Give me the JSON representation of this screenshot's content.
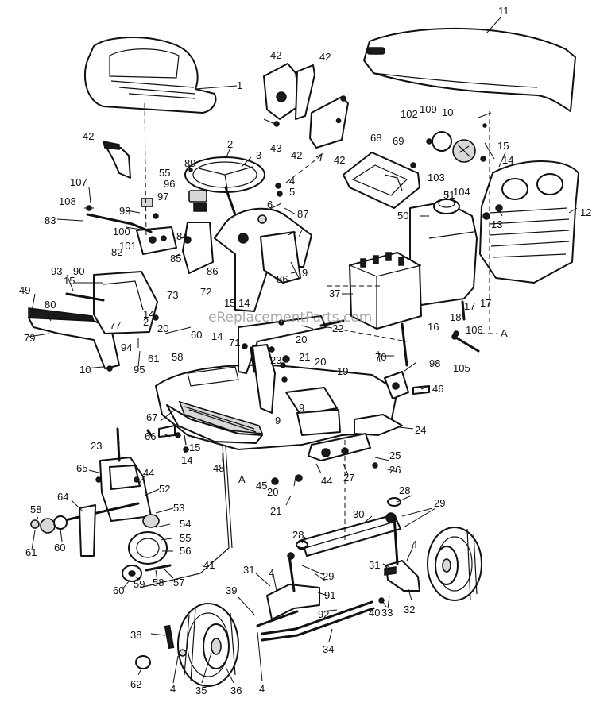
{
  "watermark": "eReplacementParts.com",
  "callouts": [
    {
      "id": "c11",
      "text": "11"
    },
    {
      "id": "c1",
      "text": "1"
    },
    {
      "id": "c42a",
      "text": "42"
    },
    {
      "id": "c42b",
      "text": "42"
    },
    {
      "id": "c42c",
      "text": "42"
    },
    {
      "id": "c42d",
      "text": "42"
    },
    {
      "id": "c42e",
      "text": "42"
    },
    {
      "id": "c43",
      "text": "43"
    },
    {
      "id": "c102",
      "text": "102"
    },
    {
      "id": "c109",
      "text": "109"
    },
    {
      "id": "c10a",
      "text": "10"
    },
    {
      "id": "c15a",
      "text": "15"
    },
    {
      "id": "c14a",
      "text": "14"
    },
    {
      "id": "c68",
      "text": "68"
    },
    {
      "id": "c69",
      "text": "69"
    },
    {
      "id": "c103",
      "text": "103"
    },
    {
      "id": "c104",
      "text": "104"
    },
    {
      "id": "c12",
      "text": "12"
    },
    {
      "id": "c13",
      "text": "13"
    },
    {
      "id": "c2a",
      "text": "2"
    },
    {
      "id": "c3",
      "text": "3"
    },
    {
      "id": "c89",
      "text": "89"
    },
    {
      "id": "c55a",
      "text": "55"
    },
    {
      "id": "c96",
      "text": "96"
    },
    {
      "id": "c4a",
      "text": "4"
    },
    {
      "id": "c5a",
      "text": "5"
    },
    {
      "id": "c97",
      "text": "97"
    },
    {
      "id": "c6",
      "text": "6"
    },
    {
      "id": "c87",
      "text": "87"
    },
    {
      "id": "c7",
      "text": "7"
    },
    {
      "id": "c107",
      "text": "107"
    },
    {
      "id": "c108",
      "text": "108"
    },
    {
      "id": "c83",
      "text": "83"
    },
    {
      "id": "c99",
      "text": "99"
    },
    {
      "id": "c100",
      "text": "100"
    },
    {
      "id": "c84",
      "text": "84"
    },
    {
      "id": "c101",
      "text": "101"
    },
    {
      "id": "c82",
      "text": "82"
    },
    {
      "id": "c85",
      "text": "85"
    },
    {
      "id": "c86a",
      "text": "86"
    },
    {
      "id": "c86b",
      "text": "86"
    },
    {
      "id": "c9a",
      "text": "9"
    },
    {
      "id": "c50",
      "text": "50"
    },
    {
      "id": "c51",
      "text": "51"
    },
    {
      "id": "c37",
      "text": "37"
    },
    {
      "id": "c17a",
      "text": "17"
    },
    {
      "id": "c17b",
      "text": "17"
    },
    {
      "id": "c18",
      "text": "18"
    },
    {
      "id": "c16",
      "text": "16"
    },
    {
      "id": "c106",
      "text": "106"
    },
    {
      "id": "cA1",
      "text": "A"
    },
    {
      "id": "c105",
      "text": "105"
    },
    {
      "id": "c49",
      "text": "49"
    },
    {
      "id": "c93",
      "text": "93"
    },
    {
      "id": "c90",
      "text": "90"
    },
    {
      "id": "c15b",
      "text": "15"
    },
    {
      "id": "c73",
      "text": "73"
    },
    {
      "id": "c72",
      "text": "72"
    },
    {
      "id": "c15c",
      "text": "15"
    },
    {
      "id": "c14b",
      "text": "14"
    },
    {
      "id": "c80",
      "text": "80"
    },
    {
      "id": "c14c",
      "text": "14"
    },
    {
      "id": "c2b",
      "text": "2"
    },
    {
      "id": "c77",
      "text": "77"
    },
    {
      "id": "c20a",
      "text": "20"
    },
    {
      "id": "c22",
      "text": "22"
    },
    {
      "id": "c79",
      "text": "79"
    },
    {
      "id": "c94",
      "text": "94"
    },
    {
      "id": "c95",
      "text": "95"
    },
    {
      "id": "c60a",
      "text": "60"
    },
    {
      "id": "c14d",
      "text": "14"
    },
    {
      "id": "c71",
      "text": "71"
    },
    {
      "id": "c20b",
      "text": "20"
    },
    {
      "id": "c70",
      "text": "70"
    },
    {
      "id": "c98",
      "text": "98"
    },
    {
      "id": "c10b",
      "text": "10"
    },
    {
      "id": "c61a",
      "text": "61"
    },
    {
      "id": "c58a",
      "text": "58"
    },
    {
      "id": "c23a",
      "text": "23"
    },
    {
      "id": "c21a",
      "text": "21"
    },
    {
      "id": "c20c",
      "text": "20"
    },
    {
      "id": "c19",
      "text": "19"
    },
    {
      "id": "c46",
      "text": "46"
    },
    {
      "id": "c9b",
      "text": "9"
    },
    {
      "id": "c9c",
      "text": "9"
    },
    {
      "id": "c67",
      "text": "67"
    },
    {
      "id": "c24",
      "text": "24"
    },
    {
      "id": "c23b",
      "text": "23"
    },
    {
      "id": "c66",
      "text": "66"
    },
    {
      "id": "c15d",
      "text": "15"
    },
    {
      "id": "c14e",
      "text": "14"
    },
    {
      "id": "c48",
      "text": "48"
    },
    {
      "id": "c25",
      "text": "25"
    },
    {
      "id": "c65",
      "text": "65"
    },
    {
      "id": "c44a",
      "text": "44"
    },
    {
      "id": "c52",
      "text": "52"
    },
    {
      "id": "cA2",
      "text": "A"
    },
    {
      "id": "c45",
      "text": "45"
    },
    {
      "id": "c20d",
      "text": "20"
    },
    {
      "id": "c44b",
      "text": "44"
    },
    {
      "id": "c27",
      "text": "27"
    },
    {
      "id": "c26",
      "text": "26"
    },
    {
      "id": "c64",
      "text": "64"
    },
    {
      "id": "c53",
      "text": "53"
    },
    {
      "id": "c21b",
      "text": "21"
    },
    {
      "id": "c58b",
      "text": "58"
    },
    {
      "id": "c28a",
      "text": "28"
    },
    {
      "id": "c29a",
      "text": "29"
    },
    {
      "id": "c61b",
      "text": "61"
    },
    {
      "id": "c60b",
      "text": "60"
    },
    {
      "id": "c54",
      "text": "54"
    },
    {
      "id": "c30",
      "text": "30"
    },
    {
      "id": "c55b",
      "text": "55"
    },
    {
      "id": "c56",
      "text": "56"
    },
    {
      "id": "c28b",
      "text": "28"
    },
    {
      "id": "c4b",
      "text": "4"
    },
    {
      "id": "c41",
      "text": "41"
    },
    {
      "id": "c29b",
      "text": "29"
    },
    {
      "id": "c60c",
      "text": "60"
    },
    {
      "id": "c59",
      "text": "59"
    },
    {
      "id": "c58c",
      "text": "58"
    },
    {
      "id": "c57",
      "text": "57"
    },
    {
      "id": "c31a",
      "text": "31"
    },
    {
      "id": "c4c",
      "text": "4"
    },
    {
      "id": "c31b",
      "text": "31"
    },
    {
      "id": "c91",
      "text": "91"
    },
    {
      "id": "c39",
      "text": "39"
    },
    {
      "id": "c32",
      "text": "32"
    },
    {
      "id": "c92",
      "text": "92"
    },
    {
      "id": "c40",
      "text": "40"
    },
    {
      "id": "c33",
      "text": "33"
    },
    {
      "id": "c38",
      "text": "38"
    },
    {
      "id": "c34",
      "text": "34"
    },
    {
      "id": "c62",
      "text": "62"
    },
    {
      "id": "c4d",
      "text": "4"
    },
    {
      "id": "c35",
      "text": "35"
    },
    {
      "id": "c36",
      "text": "36"
    },
    {
      "id": "c4e",
      "text": "4"
    }
  ]
}
